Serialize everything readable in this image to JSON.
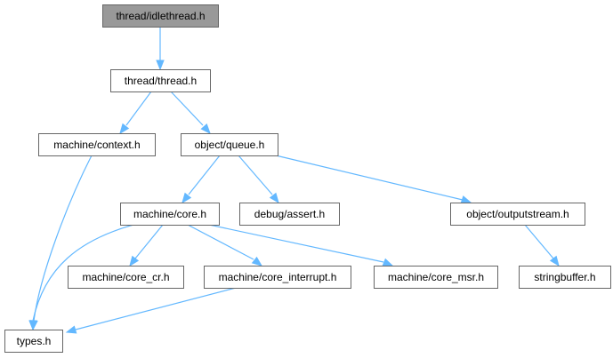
{
  "graph": {
    "nodes": [
      {
        "id": "idlethread",
        "label": "thread/idlethread.h",
        "root": true
      },
      {
        "id": "thread",
        "label": "thread/thread.h"
      },
      {
        "id": "context",
        "label": "machine/context.h"
      },
      {
        "id": "queue",
        "label": "object/queue.h"
      },
      {
        "id": "core",
        "label": "machine/core.h"
      },
      {
        "id": "assert",
        "label": "debug/assert.h"
      },
      {
        "id": "outputstream",
        "label": "object/outputstream.h"
      },
      {
        "id": "core_cr",
        "label": "machine/core_cr.h"
      },
      {
        "id": "core_interrupt",
        "label": "machine/core_interrupt.h"
      },
      {
        "id": "core_msr",
        "label": "machine/core_msr.h"
      },
      {
        "id": "stringbuffer",
        "label": "stringbuffer.h"
      },
      {
        "id": "types",
        "label": "types.h"
      }
    ],
    "edges": [
      {
        "from": "idlethread",
        "to": "thread"
      },
      {
        "from": "thread",
        "to": "context"
      },
      {
        "from": "thread",
        "to": "queue"
      },
      {
        "from": "context",
        "to": "types"
      },
      {
        "from": "queue",
        "to": "core"
      },
      {
        "from": "queue",
        "to": "assert"
      },
      {
        "from": "queue",
        "to": "outputstream"
      },
      {
        "from": "core",
        "to": "types"
      },
      {
        "from": "core",
        "to": "core_cr"
      },
      {
        "from": "core",
        "to": "core_interrupt"
      },
      {
        "from": "core",
        "to": "core_msr"
      },
      {
        "from": "core_interrupt",
        "to": "types"
      },
      {
        "from": "outputstream",
        "to": "stringbuffer"
      }
    ],
    "colors": {
      "edge": "#63b8ff",
      "node_border": "#666666",
      "root_fill": "#999999",
      "node_fill": "#ffffff"
    }
  }
}
